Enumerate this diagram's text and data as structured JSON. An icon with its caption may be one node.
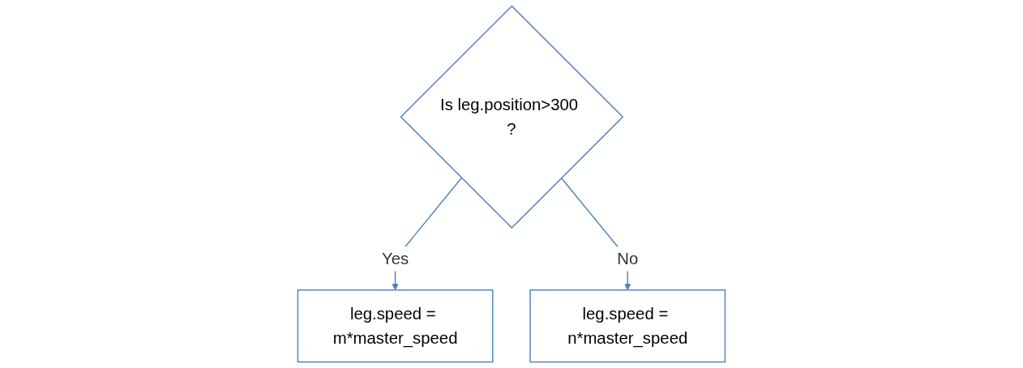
{
  "diagram": {
    "nodes": [
      {
        "text": [
          "Is leg.position>300 ?"
        ]
      },
      {
        "text": [
          "leg.speed = m*master_speed"
        ]
      },
      {
        "text": [
          "leg.speed = n*master_speed"
        ]
      }
    ],
    "edges": [
      {
        "from": 0,
        "to": 1,
        "arrow": "to",
        "label": "Yes"
      },
      {
        "from": 0,
        "to": 2,
        "arrow": "to",
        "label": "No"
      }
    ]
  }
}
